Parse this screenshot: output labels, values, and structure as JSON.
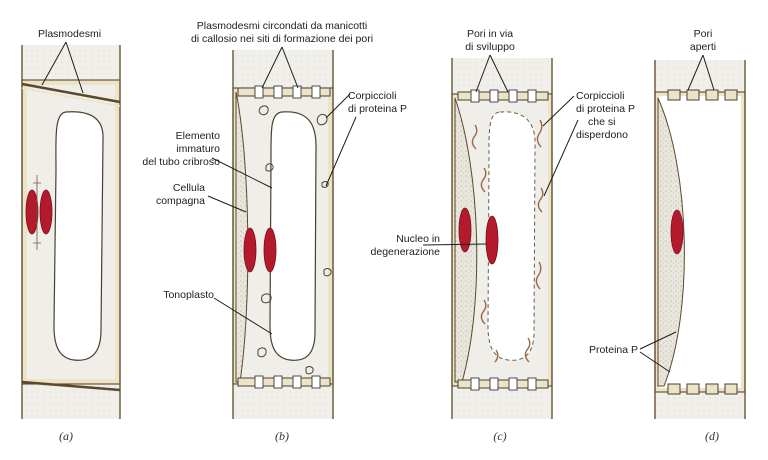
{
  "labels": {
    "plasmodesmi": "Plasmodesmi",
    "plasmodesmi_callosio_1": "Plasmodesmi circondati da manicotti",
    "plasmodesmi_callosio_2": "di callosio nei siti di formazione dei pori",
    "corpiccioli_1": "Corpiccioli",
    "corpiccioli_2": "di proteina P",
    "elemento_1": "Elemento",
    "elemento_2": "immaturo",
    "elemento_3": "del tubo cribroso",
    "cellula_1": "Cellula",
    "cellula_2": "compagna",
    "tonoplasto": "Tonoplasto",
    "pori_sviluppo_1": "Pori in via",
    "pori_sviluppo_2": "di sviluppo",
    "disperdono_1": "Corpiccioli",
    "disperdono_2": "di proteina P",
    "disperdono_3": "che si",
    "disperdono_4": "disperdono",
    "nucleo_1": "Nucleo in",
    "nucleo_2": "degenerazione",
    "pori_aperti_1": "Pori",
    "pori_aperti_2": "aperti",
    "proteina_p": "Proteina P"
  },
  "panels": [
    "(a)",
    "(b)",
    "(c)",
    "(d)"
  ],
  "colors": {
    "nucleus": "#b31b2c",
    "wall": "#ece3c8",
    "cytoplasm": "#f0eee8"
  }
}
